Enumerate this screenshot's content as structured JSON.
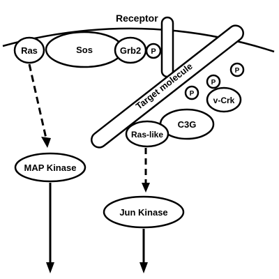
{
  "labels": {
    "receptor": "Receptor",
    "ras": "Ras",
    "sos": "Sos",
    "grb2": "Grb2",
    "phospho": "P",
    "target_molecule": "Target molecule",
    "v_crk": "v-Crk",
    "c3g": "C3G",
    "ras_like": "Ras-like",
    "map_kinase": "MAP Kinase",
    "jun_kinase": "Jun Kinase"
  },
  "colors": {
    "stroke": "#000000",
    "fill": "#ffffff"
  }
}
